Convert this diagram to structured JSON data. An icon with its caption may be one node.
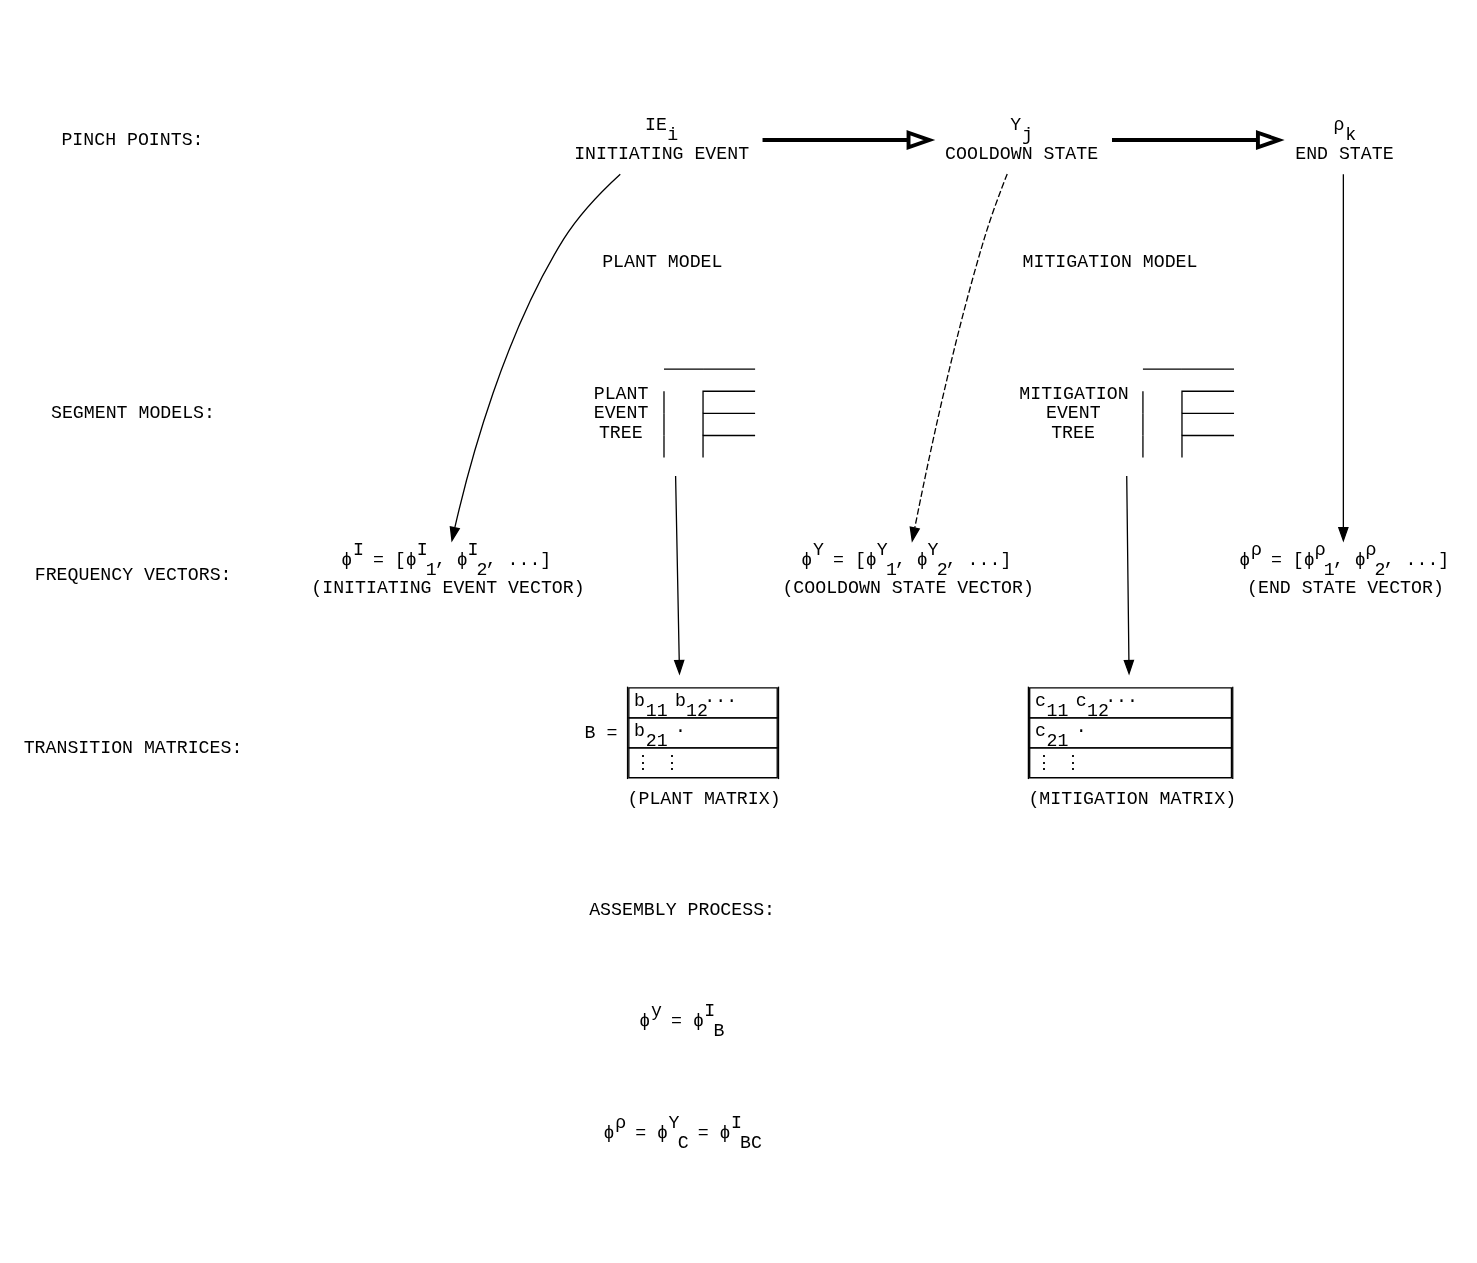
{
  "diagram": {
    "nodes": [
      {
        "text": [
          "IE$_{i}$",
          "INITIATING EVENT"
        ]
      },
      {
        "text": [
          "Y$_{j}$",
          "COOLDOWN STATE"
        ]
      },
      {
        "text": [
          "ρ$_{k}$",
          "END STATE"
        ]
      },
      {
        "text": [
          "PLANT EVENT TREE"
        ]
      },
      {
        "text": [
          "MITIGATION EVENT TREE"
        ]
      },
      {
        "text": [
          "ϕ$^{I}$ = [ϕ$^{I}$$_{1}$, ϕ$^{I}$$_{2}$, ...]"
        ],
        "beside": [
          "(INITIATING EVENT VECTOR)"
        ]
      },
      {
        "text": [
          "ϕ$^{Y}$ = [ϕ$^{Y}$$_{1}$, ϕ$^{Y}$$_{2}$, ...]"
        ],
        "beside": [
          "(COOLDOWN STATE VECTOR)"
        ]
      },
      {
        "text": [
          "ϕ$^{ρ}$ = [ϕ$^{ρ}$$_{1}$, ϕ$^{ρ}$$_{2}$, ...]"
        ],
        "beside": [
          "(END STATE VECTOR)"
        ]
      },
      {
        "text": [
          "b$_{11}$ b$_{12}$···",
          "b$_{21}$ ·",
          "⋮ ⋮"
        ],
        "beside": [
          "B =",
          "(PLANT MATRIX)"
        ]
      },
      {
        "text": [
          "c$_{11}$ c$_{12}$···",
          "c$_{21}$ ·",
          "⋮ ⋮"
        ],
        "beside": [
          "(MITIGATION MATRIX)"
        ]
      }
    ],
    "edges": [
      {
        "from": 0,
        "to": 1,
        "arrow": "to",
        "style": "thick"
      },
      {
        "from": 1,
        "to": 2,
        "arrow": "to",
        "style": "thick"
      },
      {
        "from": 0,
        "to": 5,
        "arrow": "to"
      },
      {
        "from": 1,
        "to": 6,
        "arrow": "to",
        "style": "dashed"
      },
      {
        "from": 2,
        "to": 7,
        "arrow": "to"
      },
      {
        "from": 3,
        "to": 8,
        "arrow": "to"
      },
      {
        "from": 4,
        "to": 9,
        "arrow": "to"
      }
    ],
    "labels": [
      "PINCH POINTS:",
      "PLANT MODEL",
      "MITIGATION MODEL",
      "SEGMENT MODELS:",
      "FREQUENCY VECTORS:",
      "TRANSITION MATRICES:",
      "ASSEMBLY PROCESS:",
      "ϕ$^{y}$ = ϕ$^{I}$$_{B}$",
      "ϕ$^{ρ}$ = ϕ$^{Y}$$_{C}$ = ϕ$^{I}$$_{BC}$"
    ]
  }
}
